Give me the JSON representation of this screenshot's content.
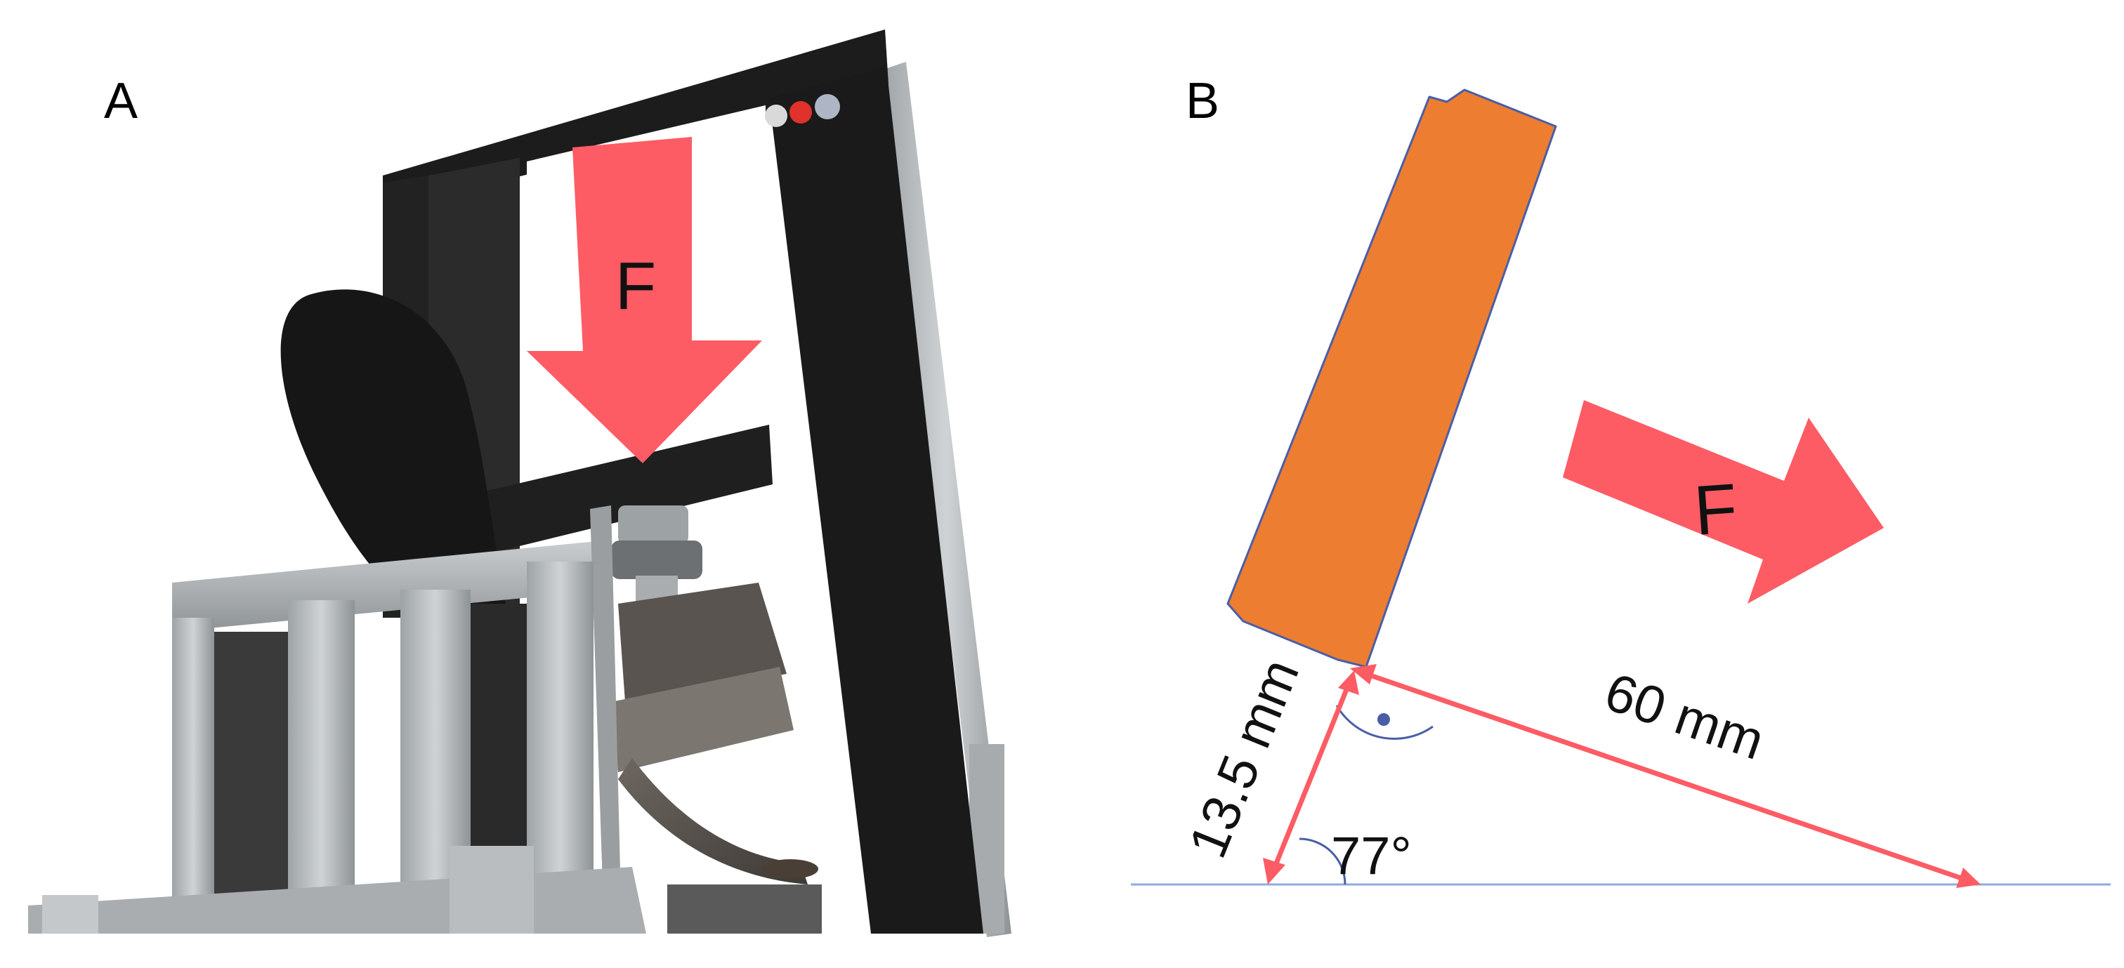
{
  "panel_a": {
    "label": "A",
    "force_label": "F"
  },
  "panel_b": {
    "label": "B",
    "force_label": "F",
    "dim_short": "13.5 mm",
    "dim_long": "60 mm",
    "angle": "77°"
  },
  "colors": {
    "force_arrow": "#fd5c65",
    "plate_fill": "#ed7d31",
    "plate_outline": "#4a5ea8",
    "baseline": "#8faadc",
    "dimension": "#fd5c65",
    "frame_black": "#1a1a1a",
    "aluminum": "#b4b8bb"
  }
}
